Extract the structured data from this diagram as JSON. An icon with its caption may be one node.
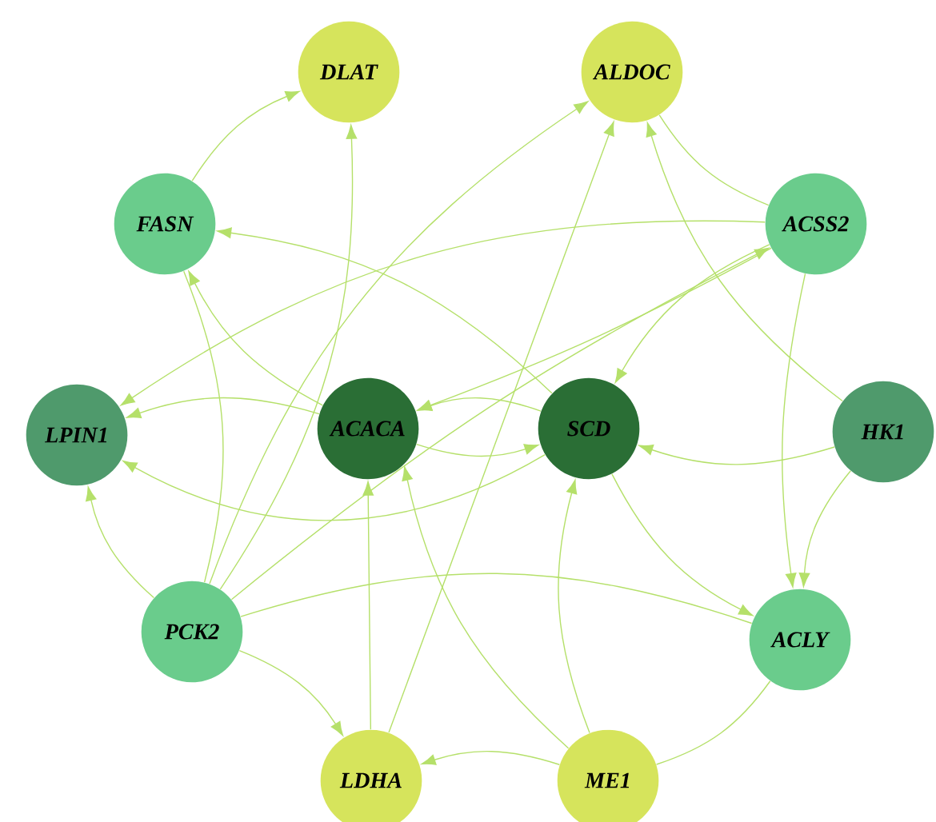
{
  "diagram": {
    "nodes": [
      {
        "text": [
          "DLAT"
        ]
      },
      {
        "text": [
          "ALDOC"
        ]
      },
      {
        "text": [
          "FASN"
        ]
      },
      {
        "text": [
          "ACSS2"
        ]
      },
      {
        "text": [
          "LPIN1"
        ]
      },
      {
        "text": [
          "ACACA"
        ]
      },
      {
        "text": [
          "SCD"
        ]
      },
      {
        "text": [
          "HK1"
        ]
      },
      {
        "text": [
          "PCK2"
        ]
      },
      {
        "text": [
          "ACLY"
        ]
      },
      {
        "text": [
          "LDHA"
        ]
      },
      {
        "text": [
          "ME1"
        ]
      }
    ],
    "edges": [
      {
        "from": 2,
        "to": 0,
        "arrow": "to"
      },
      {
        "from": 8,
        "to": 0,
        "arrow": "to"
      },
      {
        "from": 8,
        "to": 1,
        "arrow": "to"
      },
      {
        "from": 10,
        "to": 1,
        "arrow": "to"
      },
      {
        "from": 7,
        "to": 1,
        "arrow": "to"
      },
      {
        "from": 1,
        "to": 3,
        "arrow": "none"
      },
      {
        "from": 8,
        "to": 3,
        "arrow": "to"
      },
      {
        "from": 3,
        "to": 6,
        "arrow": "to"
      },
      {
        "from": 3,
        "to": 5,
        "arrow": "to"
      },
      {
        "from": 3,
        "to": 4,
        "arrow": "to"
      },
      {
        "from": 3,
        "to": 9,
        "arrow": "to"
      },
      {
        "from": 7,
        "to": 9,
        "arrow": "to"
      },
      {
        "from": 7,
        "to": 6,
        "arrow": "to"
      },
      {
        "from": 5,
        "to": 6,
        "arrow": "to"
      },
      {
        "from": 6,
        "to": 5,
        "arrow": "to"
      },
      {
        "from": 6,
        "to": 2,
        "arrow": "to"
      },
      {
        "from": 5,
        "to": 2,
        "arrow": "to"
      },
      {
        "from": 8,
        "to": 2,
        "arrow": "none"
      },
      {
        "from": 6,
        "to": 4,
        "arrow": "to"
      },
      {
        "from": 5,
        "to": 4,
        "arrow": "to"
      },
      {
        "from": 8,
        "to": 4,
        "arrow": "to"
      },
      {
        "from": 6,
        "to": 9,
        "arrow": "to"
      },
      {
        "from": 11,
        "to": 6,
        "arrow": "to"
      },
      {
        "from": 11,
        "to": 10,
        "arrow": "to"
      },
      {
        "from": 11,
        "to": 5,
        "arrow": "to"
      },
      {
        "from": 10,
        "to": 5,
        "arrow": "to"
      },
      {
        "from": 8,
        "to": 10,
        "arrow": "to"
      },
      {
        "from": 9,
        "to": 8,
        "arrow": "none"
      },
      {
        "from": 9,
        "to": 11,
        "arrow": "none"
      }
    ]
  }
}
